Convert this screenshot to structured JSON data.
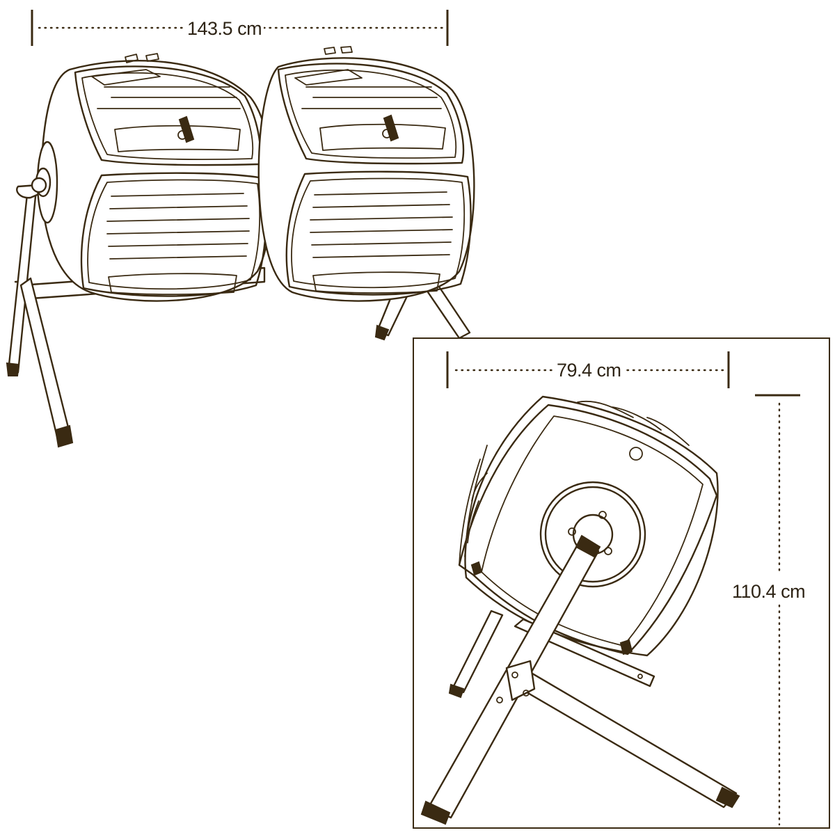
{
  "dimensions": {
    "width_overall": "143.5 cm",
    "depth": "79.4 cm",
    "height": "110.4 cm"
  },
  "colors": {
    "line": "#3a2a12",
    "text": "#2e2416",
    "background": "#ffffff"
  }
}
